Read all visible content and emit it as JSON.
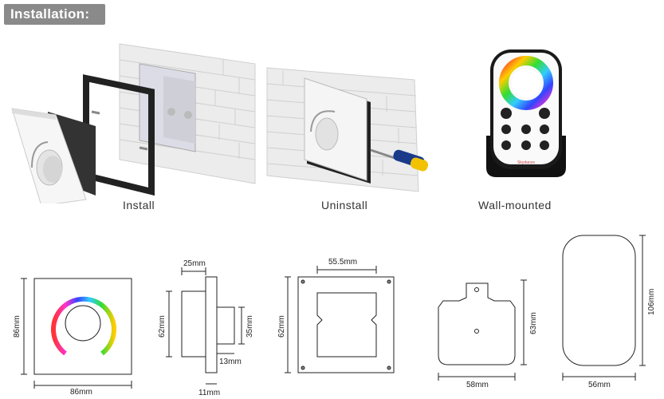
{
  "header": {
    "title": "Installation:"
  },
  "captions": {
    "install": "Install",
    "uninstall": "Uninstall",
    "wall_mounted": "Wall-mounted"
  },
  "dimensions": {
    "panel_height": "86mm",
    "panel_width": "86mm",
    "side_top": "25mm",
    "side_height": "62mm",
    "side_knob_height": "35mm",
    "side_knob_depth": "13mm",
    "side_plate": "11mm",
    "box_width": "55.5mm",
    "box_height": "62mm",
    "holder_height": "63mm",
    "holder_width": "58mm",
    "remote_height": "106mm",
    "remote_width": "56mm"
  },
  "remote_labels": {
    "brand_text": "Skydance"
  },
  "colors": {
    "title_bg": "#8a8a8a",
    "line": "#222222",
    "brick": "#e8e8e8"
  }
}
